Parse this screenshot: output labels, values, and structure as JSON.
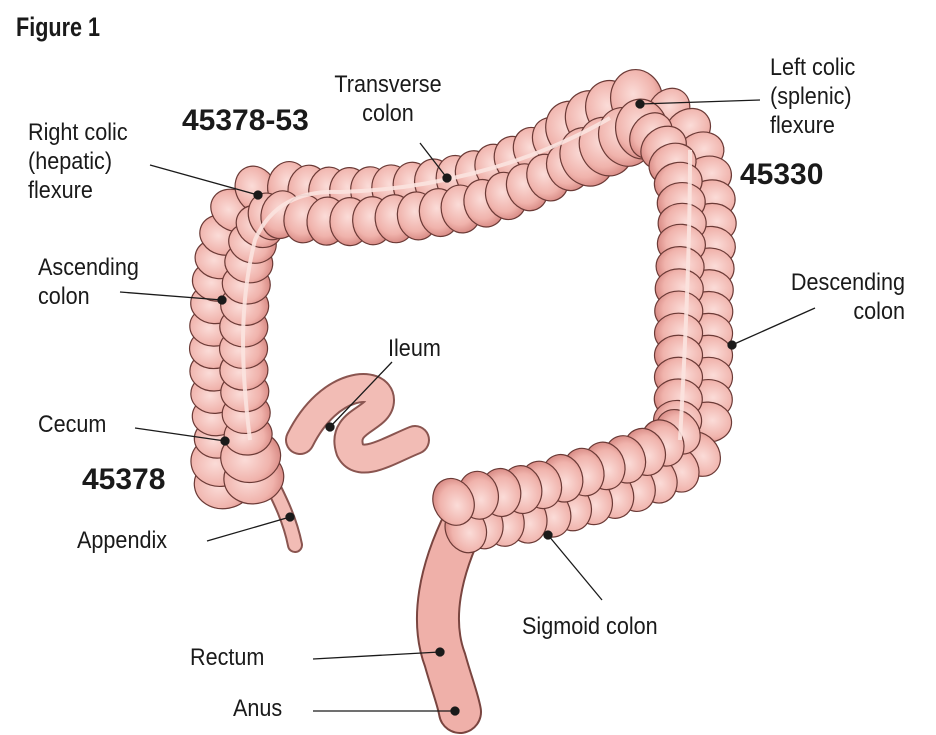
{
  "title": "Figure 1",
  "codes": {
    "transverse": "45378-53",
    "descending": "45330",
    "cecum": "45378"
  },
  "labels": {
    "right_colic": "Right colic\n(hepatic)\nflexure",
    "transverse": "Transverse\ncolon",
    "left_colic": "Left colic\n(splenic)\nflexure",
    "ascending": "Ascending\ncolon",
    "descending": "Descending\ncolon",
    "ileum": "Ileum",
    "cecum": "Cecum",
    "appendix": "Appendix",
    "sigmoid": "Sigmoid colon",
    "rectum": "Rectum",
    "anus": "Anus"
  },
  "colors": {
    "tissue": "#f0b3ac",
    "tissue_dark": "#d98c86",
    "outline": "#6b3a36",
    "highlight": "#fbdcd8"
  }
}
